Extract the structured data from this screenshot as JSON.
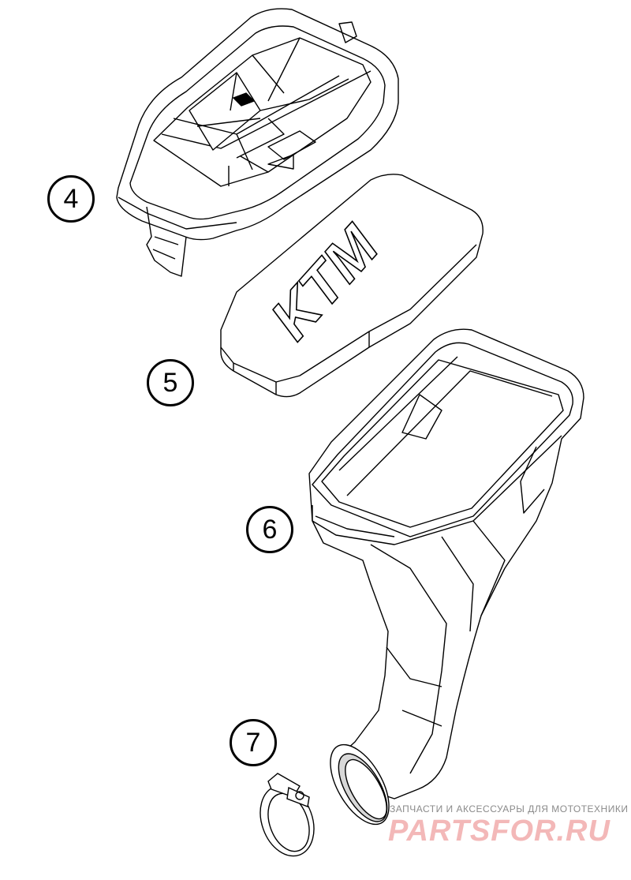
{
  "callouts": [
    {
      "id": "4",
      "label": "4"
    },
    {
      "id": "5",
      "label": "5"
    },
    {
      "id": "6",
      "label": "6"
    },
    {
      "id": "7",
      "label": "7"
    }
  ],
  "filter_logo": "KTM",
  "watermark": {
    "tagline": "ЗАПЧАСТИ И АКСЕССУАРЫ ДЛЯ МОТОТЕХНИКИ",
    "brand": "PARTSFOR.RU"
  },
  "colors": {
    "line": "#000000",
    "shade": "#d8d8d8",
    "watermark_brand": "#f3b8b8",
    "watermark_text": "#8a8a8a"
  }
}
